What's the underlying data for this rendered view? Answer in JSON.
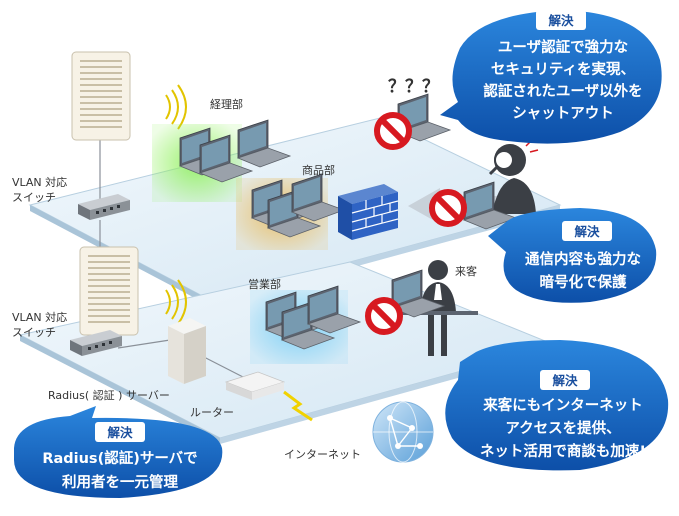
{
  "colors": {
    "bubble_blue": "#1766c2",
    "badge_text": "#1a4f9e",
    "floor_fill": "#e4f0f8",
    "accounting_glow": "#7ee24f",
    "product_glow": "#e0b45a",
    "sales_glow": "#6cc7ef",
    "block_red": "#d71920"
  },
  "labels": {
    "dept_accounting": "経理部",
    "dept_product": "商品部",
    "dept_sales": "営業部",
    "vlan_switch_1a": "VLAN 対応",
    "vlan_switch_1b": "スイッチ",
    "vlan_switch_2a": "VLAN 対応",
    "vlan_switch_2b": "スイッチ",
    "radius_server": "Radius( 認証 ) サーバー",
    "router": "ルーター",
    "internet": "インターネット",
    "visitor": "来客",
    "question_marks": "？？？"
  },
  "bubbles": {
    "auth": {
      "badge": "解決",
      "lines": [
        "ユーザ認証で強力な",
        "セキュリティを実現、",
        "認証されたユーザ以外を",
        "シャットアウト"
      ]
    },
    "encrypt": {
      "badge": "解決",
      "lines": [
        "通信内容も強力な",
        "暗号化で保護"
      ]
    },
    "visitor": {
      "badge": "解決",
      "lines": [
        "来客にもインターネット",
        "アクセスを提供、",
        "ネット活用で商談も加速!"
      ]
    },
    "radius": {
      "badge": "解決",
      "lines": [
        "Radius(認証)サーバで",
        "利用者を一元管理"
      ]
    }
  },
  "icons": [
    "access-point-icon",
    "laptop-icon",
    "switch-icon",
    "firewall-icon",
    "eavesdropper-icon",
    "visitor-person-icon",
    "server-tower-icon",
    "router-icon",
    "globe-network-icon",
    "prohibited-icon",
    "wifi-waves-icon"
  ]
}
